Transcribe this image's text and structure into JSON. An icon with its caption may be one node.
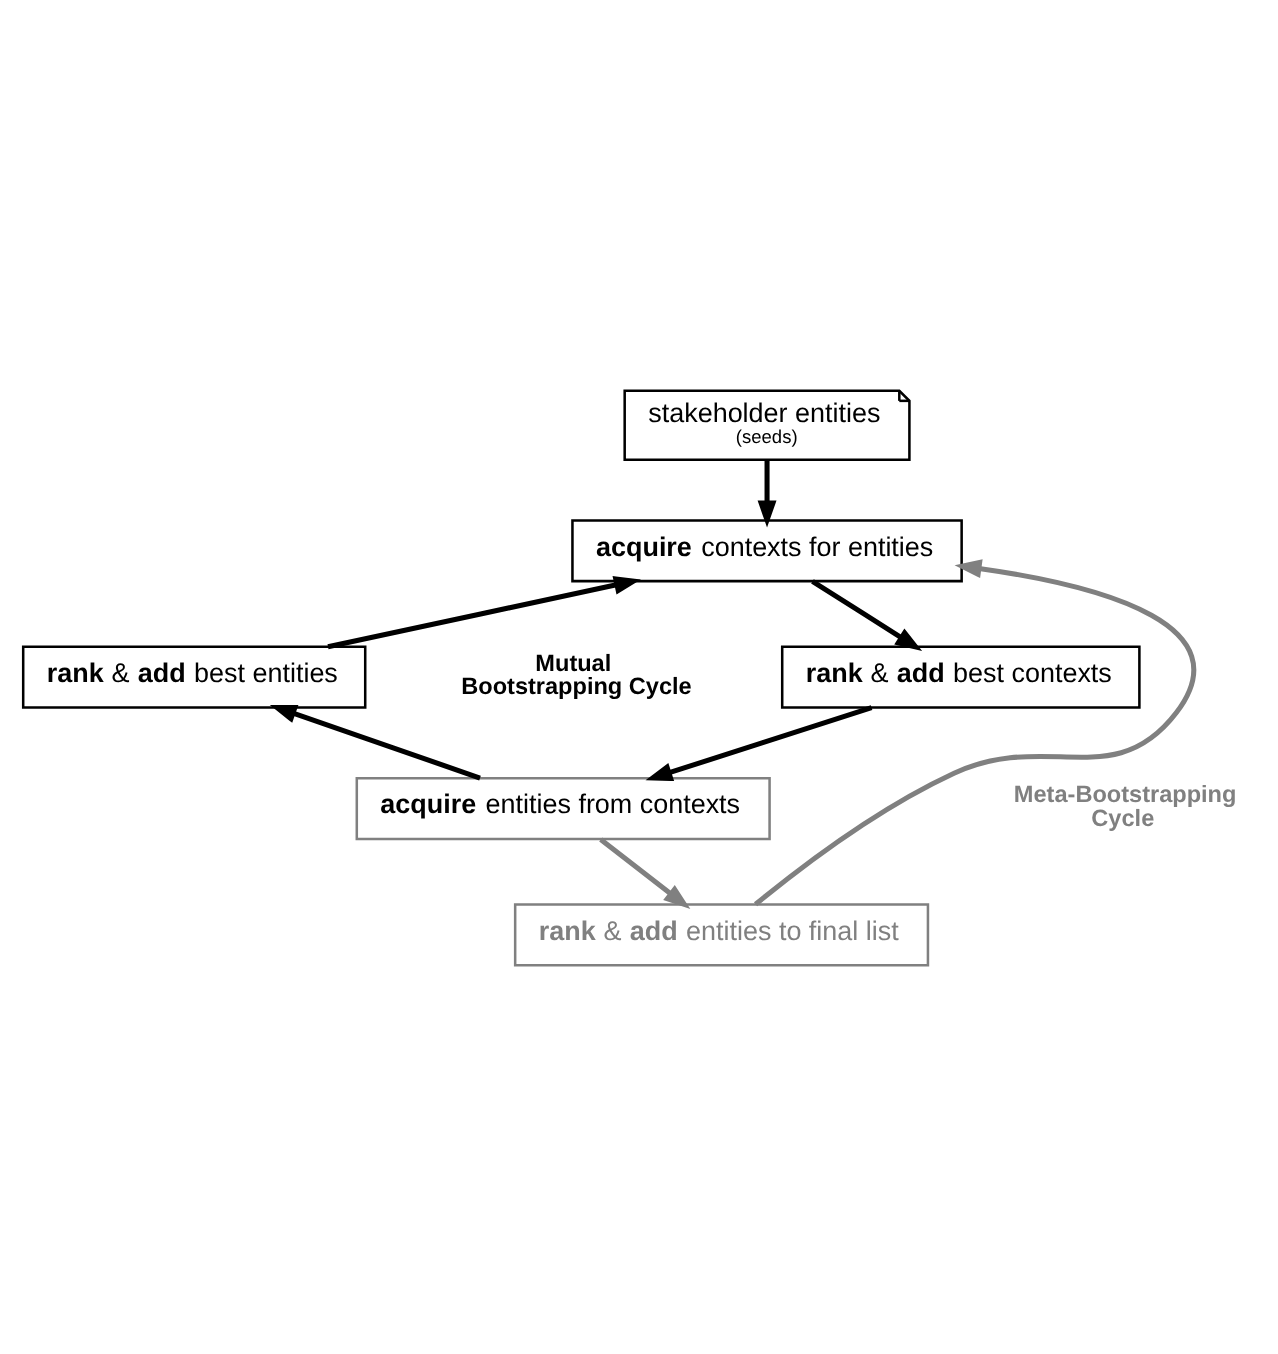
{
  "diagram": {
    "nodes": [
      {
        "text": [
          "stakeholder entities",
          "(seeds)"
        ]
      },
      {
        "text": [
          "**acquire** contexts for entities"
        ]
      },
      {
        "text": [
          "**rank** & **add** best contexts"
        ]
      },
      {
        "text": [
          "**acquire** entities from contexts"
        ]
      },
      {
        "text": [
          "**rank** & **add** best entities"
        ]
      },
      {
        "text": [
          "**rank** & **add** entities to final list"
        ]
      }
    ],
    "edges": [
      {
        "from": 0,
        "to": 1,
        "arrow": "to"
      },
      {
        "from": 1,
        "to": 2,
        "arrow": "to"
      },
      {
        "from": 2,
        "to": 3,
        "arrow": "to"
      },
      {
        "from": 3,
        "to": 4,
        "arrow": "to"
      },
      {
        "from": 4,
        "to": 1,
        "arrow": "to"
      },
      {
        "from": 3,
        "to": 5,
        "arrow": "to",
        "color": "#808080"
      },
      {
        "from": 5,
        "to": 1,
        "arrow": "to",
        "color": "#808080"
      }
    ],
    "labels": [
      "Mutual Bootstrapping Cycle",
      "Meta-Bootstrapping Cycle"
    ]
  }
}
